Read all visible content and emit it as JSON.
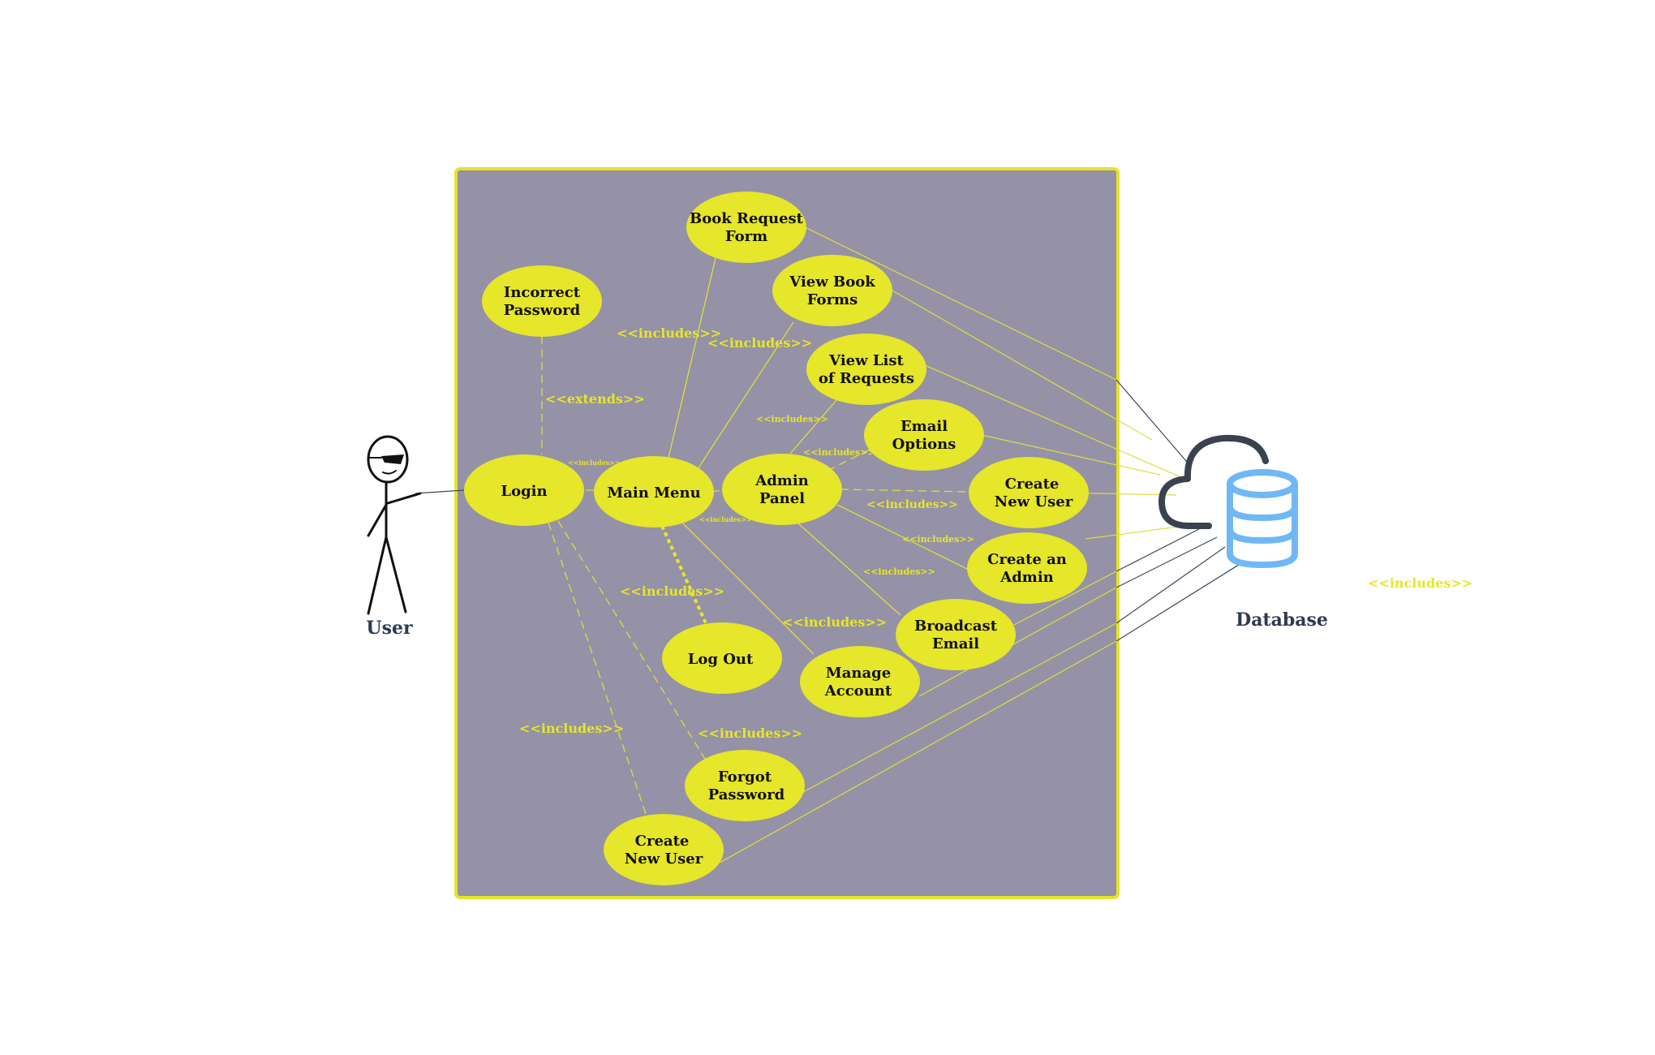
{
  "actors": {
    "user": "User",
    "database": "Database"
  },
  "use_cases": {
    "book_request_form": [
      "Book Request",
      "Form"
    ],
    "view_book_forms": [
      "View Book",
      "Forms"
    ],
    "incorrect_password": [
      "Incorrect",
      "Password"
    ],
    "view_list_of_requests": [
      "View List",
      "of Requests"
    ],
    "email_options": [
      "Email",
      "Options"
    ],
    "login": [
      "Login"
    ],
    "main_menu": [
      "Main Menu"
    ],
    "admin_panel": [
      "Admin",
      "Panel"
    ],
    "create_new_user_admin": [
      "Create",
      "New User"
    ],
    "create_an_admin": [
      "Create an",
      "Admin"
    ],
    "broadcast_email": [
      "Broadcast",
      "Email"
    ],
    "log_out": [
      "Log Out"
    ],
    "manage_account": [
      "Manage",
      "Account"
    ],
    "forgot_password": [
      "Forgot",
      "Password"
    ],
    "create_new_user_login": [
      "Create",
      "New User"
    ]
  },
  "relations": {
    "extends": "<<extends>>",
    "includes": "<<includes>>"
  },
  "colors": {
    "boundary_fill": "#9591a6",
    "boundary_stroke": "#e4e42a",
    "use_case_fill": "#e6e62a",
    "label_yellow": "#e6e62a",
    "database_blue": "#6fb8f5",
    "cloud_dark": "#3a4250"
  },
  "icons": {
    "user": "stick-figure-with-sunglasses",
    "database": "cloud-database-icon"
  }
}
